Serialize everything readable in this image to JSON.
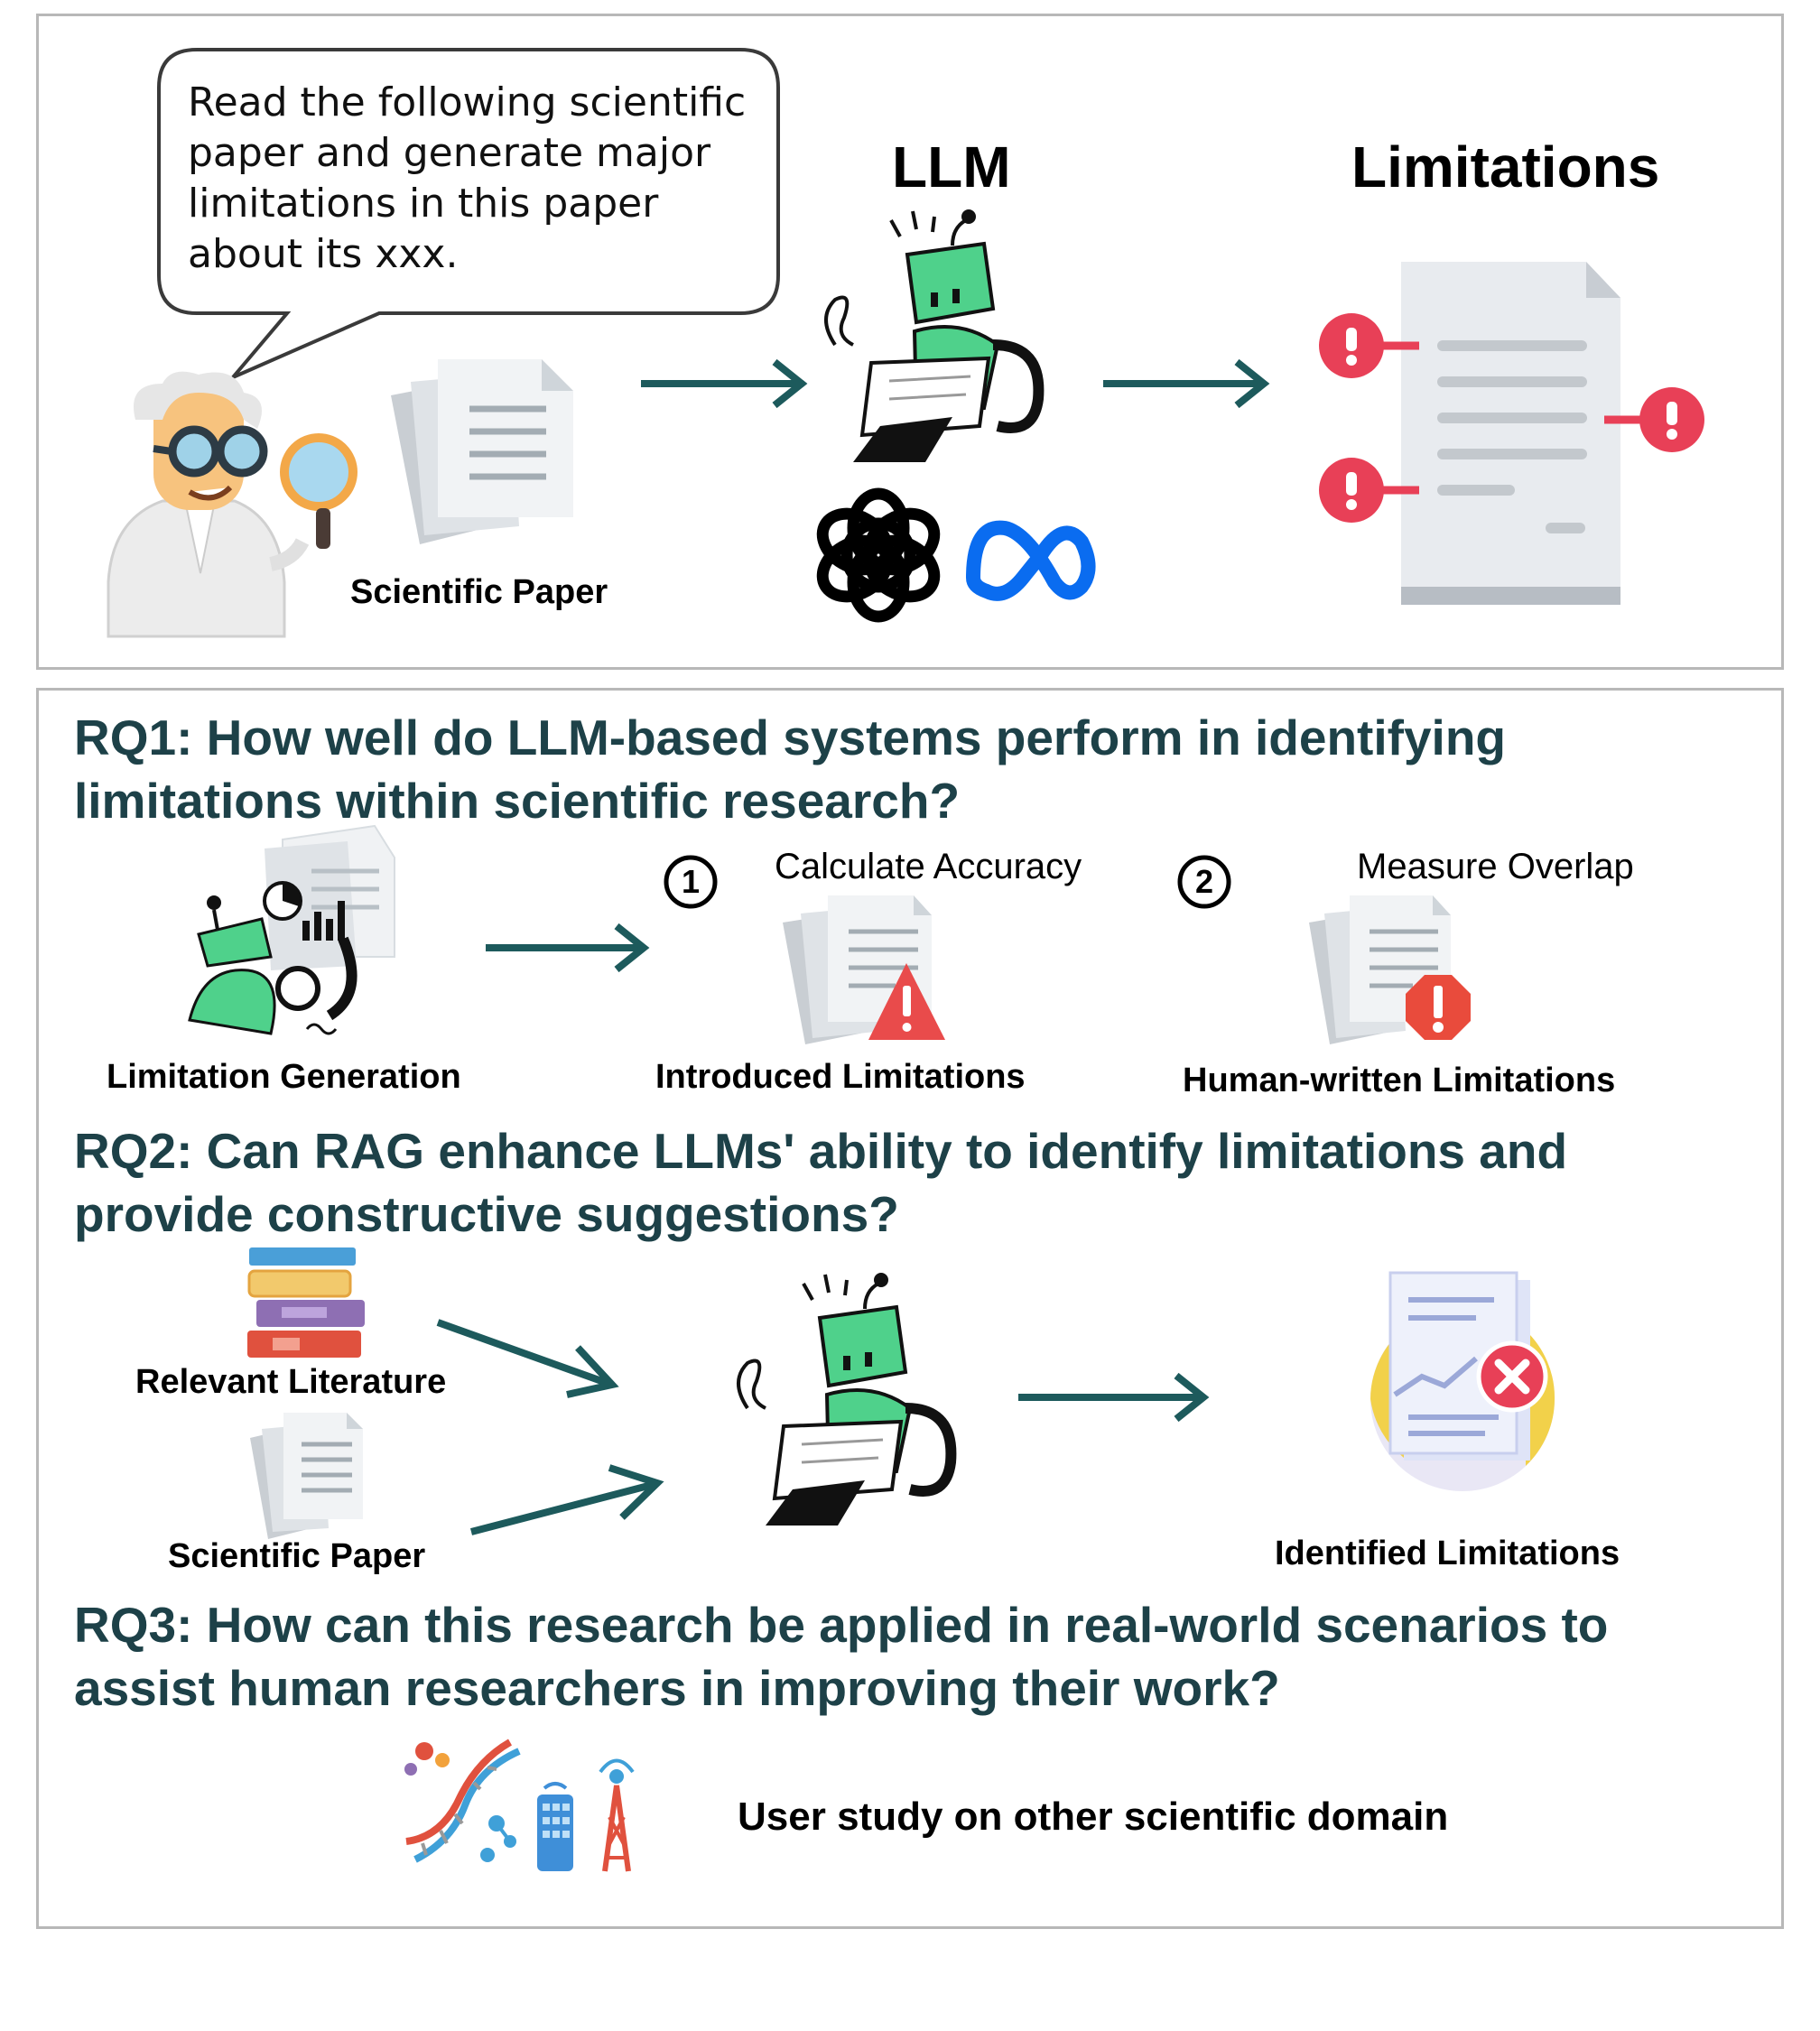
{
  "top": {
    "prompt": "Read the following scientific paper and generate major limitations in this paper about its xxx.",
    "prompt_lines": [
      "Read the following scientific",
      "paper and generate major",
      "limitations in this paper",
      "about its xxx."
    ],
    "llm_title": "LLM",
    "limitations_title": "Limitations",
    "paper_label": "Scientific Paper"
  },
  "rq1": {
    "question_lines": [
      "RQ1: How well do LLM-based systems perform in identifying",
      "limitations within scientific research?"
    ],
    "generation_label": "Limitation Generation",
    "step1_number": "1",
    "step1_title": "Calculate Accuracy",
    "step1_label": "Introduced Limitations",
    "step2_number": "2",
    "step2_title": "Measure Overlap",
    "step2_label": "Human-written Limitations"
  },
  "rq2": {
    "question_lines": [
      "RQ2: Can RAG enhance LLMs' ability to identify limitations and",
      "provide constructive suggestions?"
    ],
    "literature_label": "Relevant Literature",
    "paper_label": "Scientific Paper",
    "output_label": "Identified Limitations"
  },
  "rq3": {
    "question_lines": [
      "RQ3: How can this research be applied in real-world scenarios to",
      "assist human researchers in improving their work?"
    ],
    "study_label": "User study on other scientific domain"
  },
  "colors": {
    "arrow": "#1d5a5c",
    "heading": "#1d4148",
    "robot_green": "#4fd18b",
    "alert_red": "#e84057",
    "meta_blue": "#0a6cf0",
    "border": "#b8b8b8"
  },
  "icons": [
    "scientist-icon",
    "magnifier-icon",
    "document-stack-icon",
    "robot-reading-icon",
    "openai-logo-icon",
    "meta-logo-icon",
    "limitations-document-icon",
    "warning-triangle-icon",
    "warning-octagon-icon",
    "books-icon",
    "error-report-icon",
    "dna-icon",
    "tower-icon"
  ]
}
